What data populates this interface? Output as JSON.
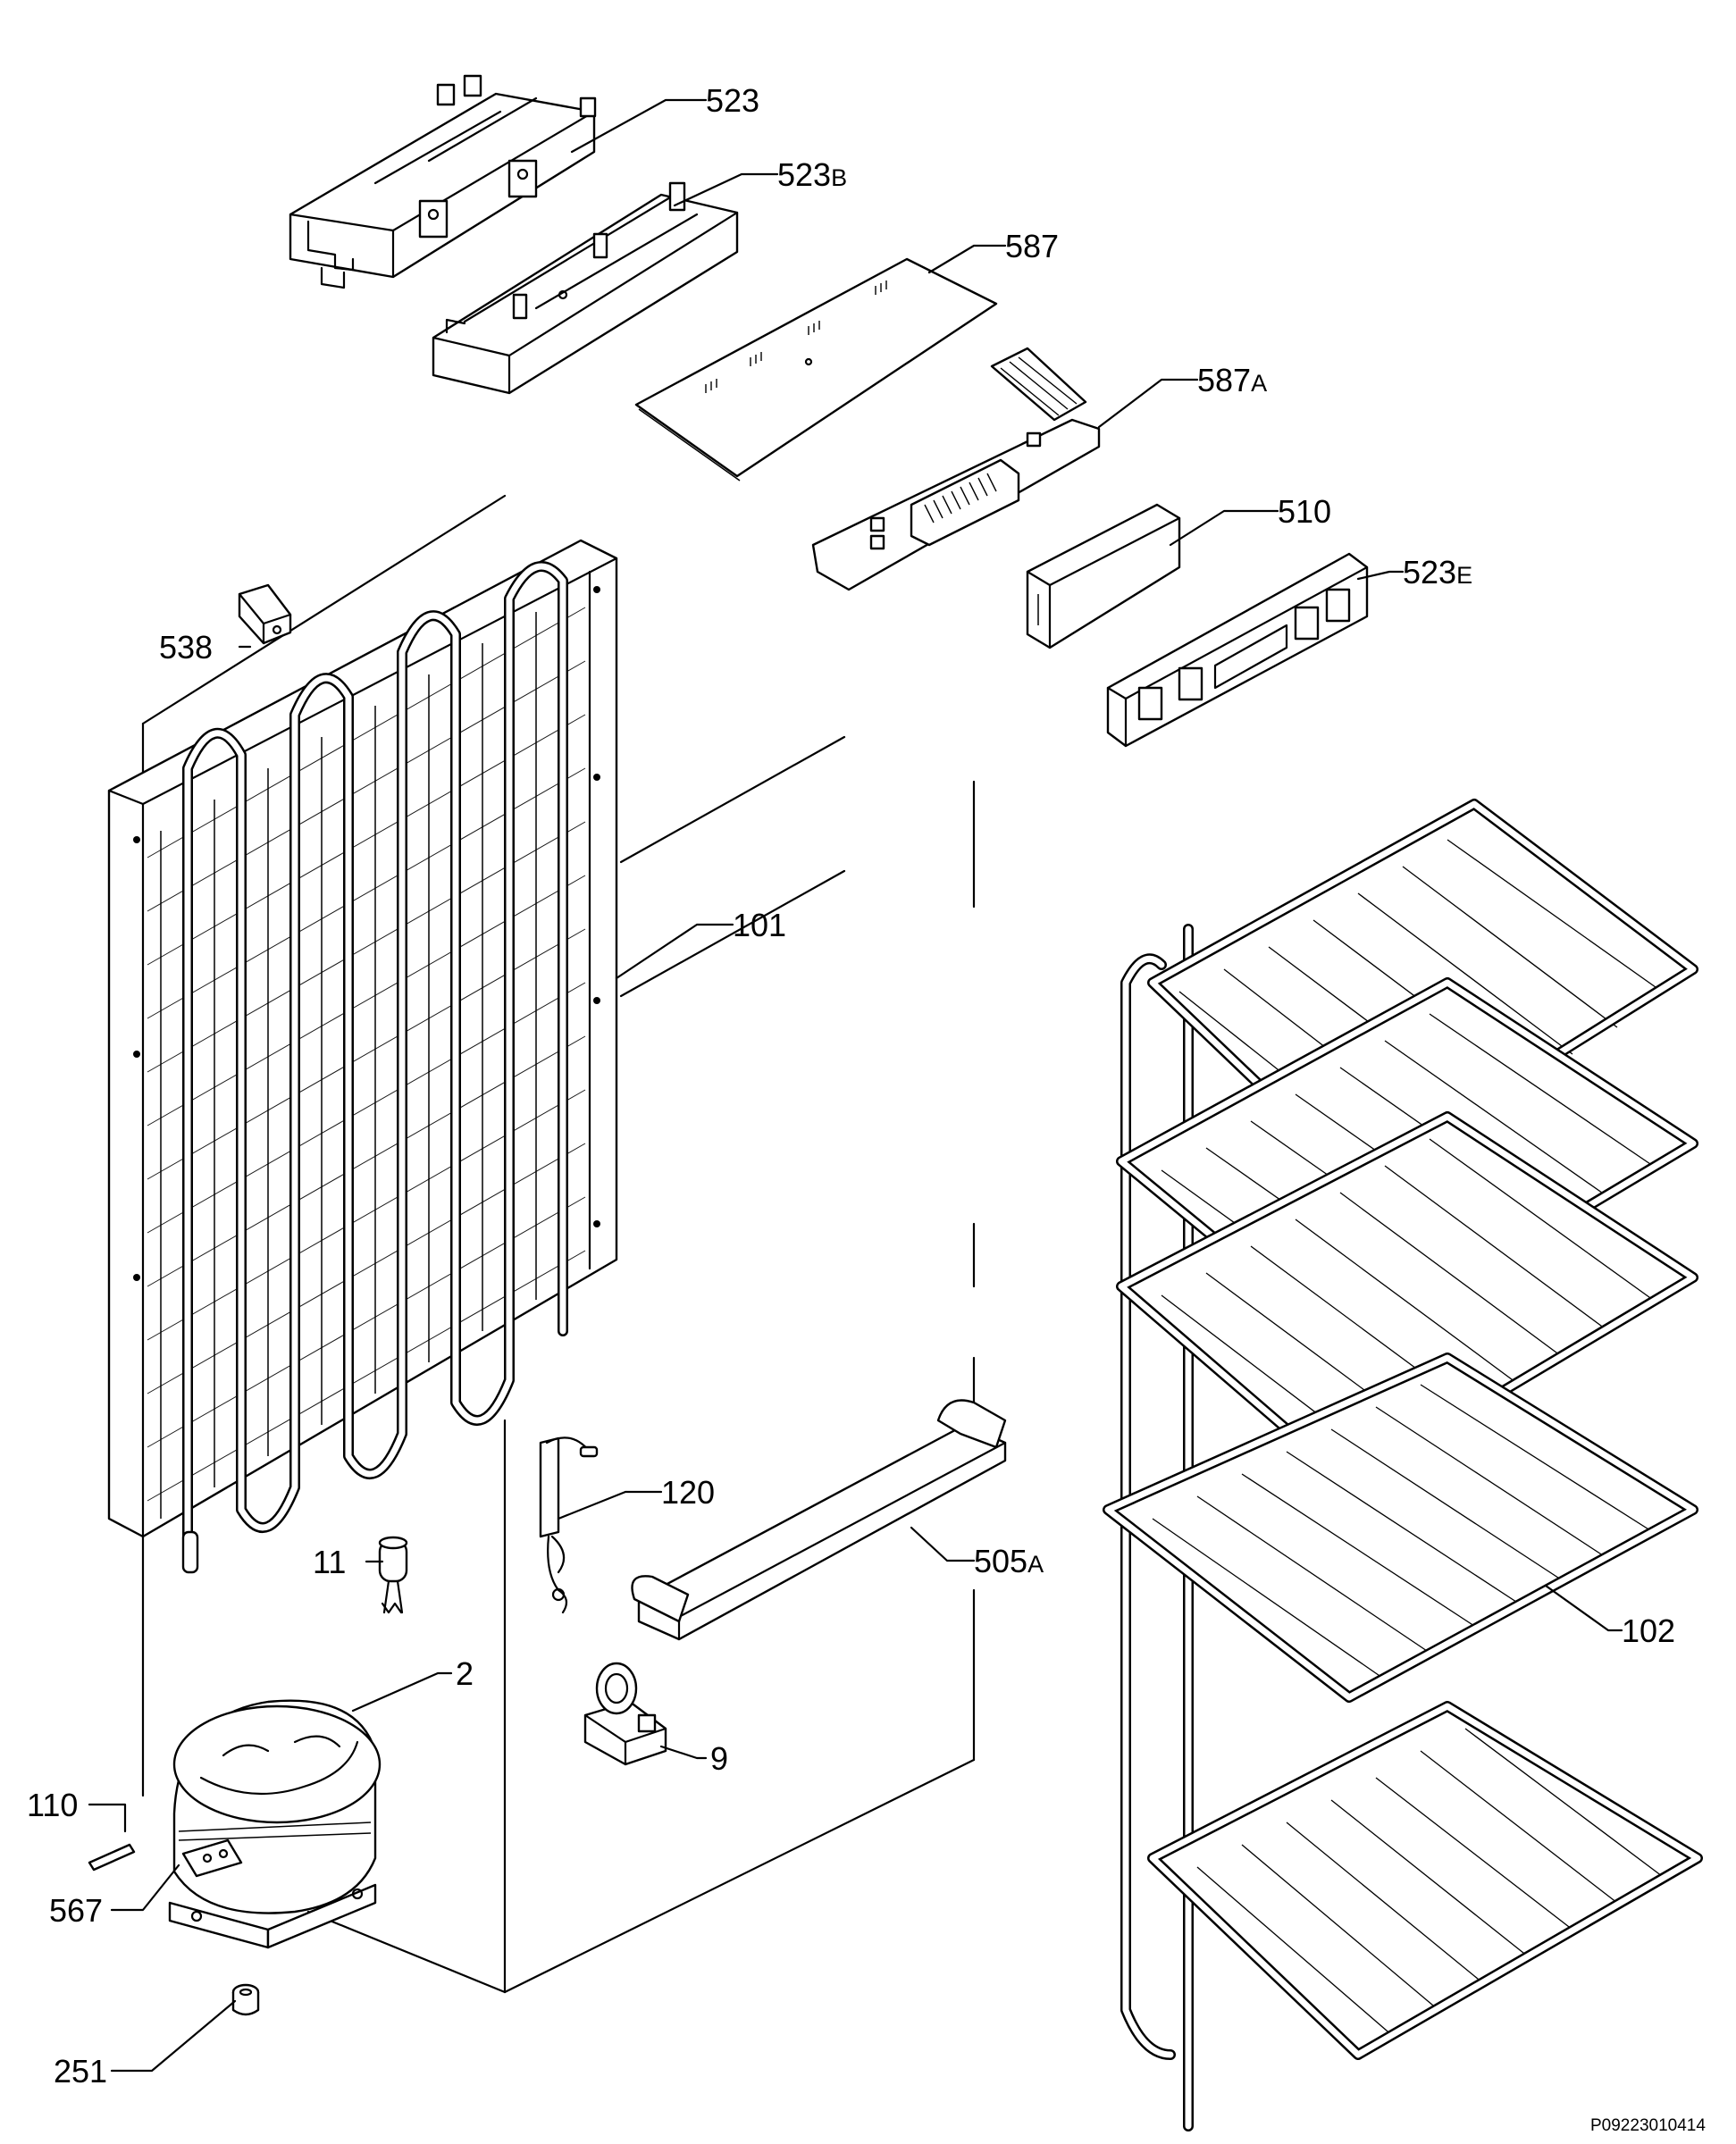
{
  "callouts": [
    {
      "id": "523",
      "num": "523",
      "suffix": ""
    },
    {
      "id": "523b",
      "num": "523",
      "suffix": "B"
    },
    {
      "id": "587",
      "num": "587",
      "suffix": ""
    },
    {
      "id": "587a",
      "num": "587",
      "suffix": "A"
    },
    {
      "id": "510",
      "num": "510",
      "suffix": ""
    },
    {
      "id": "523e",
      "num": "523",
      "suffix": "E"
    },
    {
      "id": "538",
      "num": "538",
      "suffix": ""
    },
    {
      "id": "101",
      "num": "101",
      "suffix": ""
    },
    {
      "id": "120",
      "num": "120",
      "suffix": ""
    },
    {
      "id": "505a",
      "num": "505",
      "suffix": "A"
    },
    {
      "id": "11",
      "num": "11",
      "suffix": ""
    },
    {
      "id": "2",
      "num": "2",
      "suffix": ""
    },
    {
      "id": "9",
      "num": "9",
      "suffix": ""
    },
    {
      "id": "102",
      "num": "102",
      "suffix": ""
    },
    {
      "id": "110",
      "num": "110",
      "suffix": ""
    },
    {
      "id": "567",
      "num": "567",
      "suffix": ""
    },
    {
      "id": "251",
      "num": "251",
      "suffix": ""
    }
  ],
  "drawing_code": "P09223010414"
}
